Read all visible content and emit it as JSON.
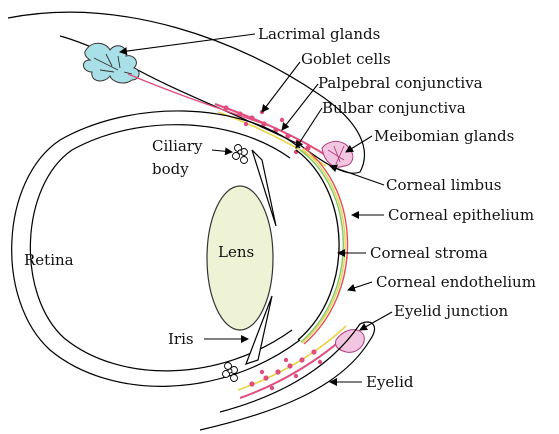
{
  "labels": {
    "lacrimal_glands": "Lacrimal glands",
    "goblet_cells": "Goblet cells",
    "palpebral_conjunctiva": "Palpebral conjunctiva",
    "bulbar_conjunctiva": "Bulbar conjunctiva",
    "meibomian_glands": "Meibomian glands",
    "ciliary_body_1": "Ciliary",
    "ciliary_body_2": "body",
    "corneal_limbus": "Corneal limbus",
    "corneal_epithelium": "Corneal epithelium",
    "retina": "Retina",
    "lens": "Lens",
    "corneal_stroma": "Corneal stroma",
    "corneal_endothelium": "Corneal endothelium",
    "eyelid_junction": "Eyelid junction",
    "iris": "Iris",
    "eyelid": "Eyelid"
  },
  "colors": {
    "gland_fill": "#a9dfe6",
    "lens_fill": "#eef3d6",
    "cell_pink": "#e04e7e",
    "cornea_yellow": "#e9d34a",
    "cornea_green": "#7fc96b",
    "cornea_red": "#e05050"
  }
}
